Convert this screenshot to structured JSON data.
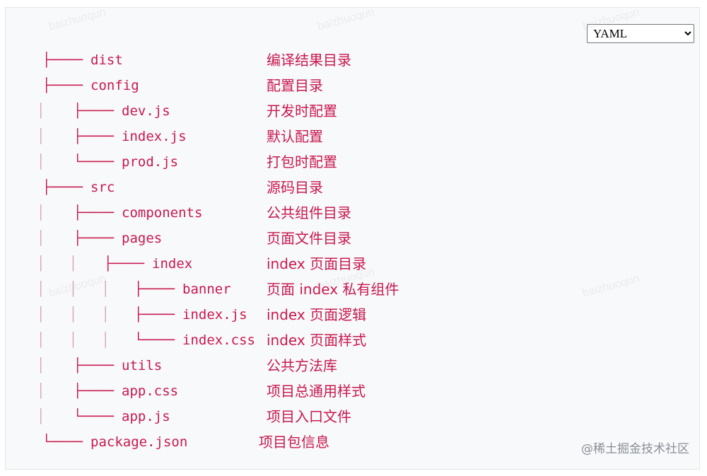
{
  "language_select": {
    "value": "YAML",
    "options": [
      "YAML"
    ]
  },
  "tree": [
    {
      "prefix": "├──── ",
      "bars": "",
      "name": "dist",
      "desc": "编译结果目录"
    },
    {
      "prefix": "├──── ",
      "bars": "",
      "name": "config",
      "desc": "配置目录"
    },
    {
      "prefix": "├──── ",
      "bars": "│",
      "name": "dev.js",
      "desc": "开发时配置"
    },
    {
      "prefix": "├──── ",
      "bars": "│",
      "name": "index.js",
      "desc": "默认配置"
    },
    {
      "prefix": "└──── ",
      "bars": "│",
      "name": "prod.js",
      "desc": "打包时配置"
    },
    {
      "prefix": "├──── ",
      "bars": "",
      "name": "src",
      "desc": "源码目录"
    },
    {
      "prefix": "├──── ",
      "bars": "│",
      "name": "components",
      "desc": "公共组件目录"
    },
    {
      "prefix": "├──── ",
      "bars": "│",
      "name": "pages",
      "desc": "页面文件目录"
    },
    {
      "prefix": "├──── ",
      "bars": "│   │",
      "name": "index",
      "desc": "index 页面目录"
    },
    {
      "prefix": "├──── ",
      "bars": "│   │   │",
      "name": "banner",
      "desc": "页面 index 私有组件"
    },
    {
      "prefix": "├──── ",
      "bars": "│   │   │",
      "name": "index.js",
      "desc": "index 页面逻辑"
    },
    {
      "prefix": "└──── ",
      "bars": "│   │   │",
      "name": "index.css",
      "desc": "index 页面样式"
    },
    {
      "prefix": "├──── ",
      "bars": "│",
      "name": "utils",
      "desc": "公共方法库"
    },
    {
      "prefix": "├──── ",
      "bars": "│",
      "name": "app.css",
      "desc": "项目总通用样式"
    },
    {
      "prefix": "└──── ",
      "bars": "│",
      "name": "app.js",
      "desc": "项目入口文件"
    },
    {
      "prefix": "└──── ",
      "bars": "",
      "name": "package.json",
      "desc": "项目包信息"
    }
  ],
  "watermark": "@稀土掘金技术社区",
  "bg_watermark": "baizhuoqun"
}
